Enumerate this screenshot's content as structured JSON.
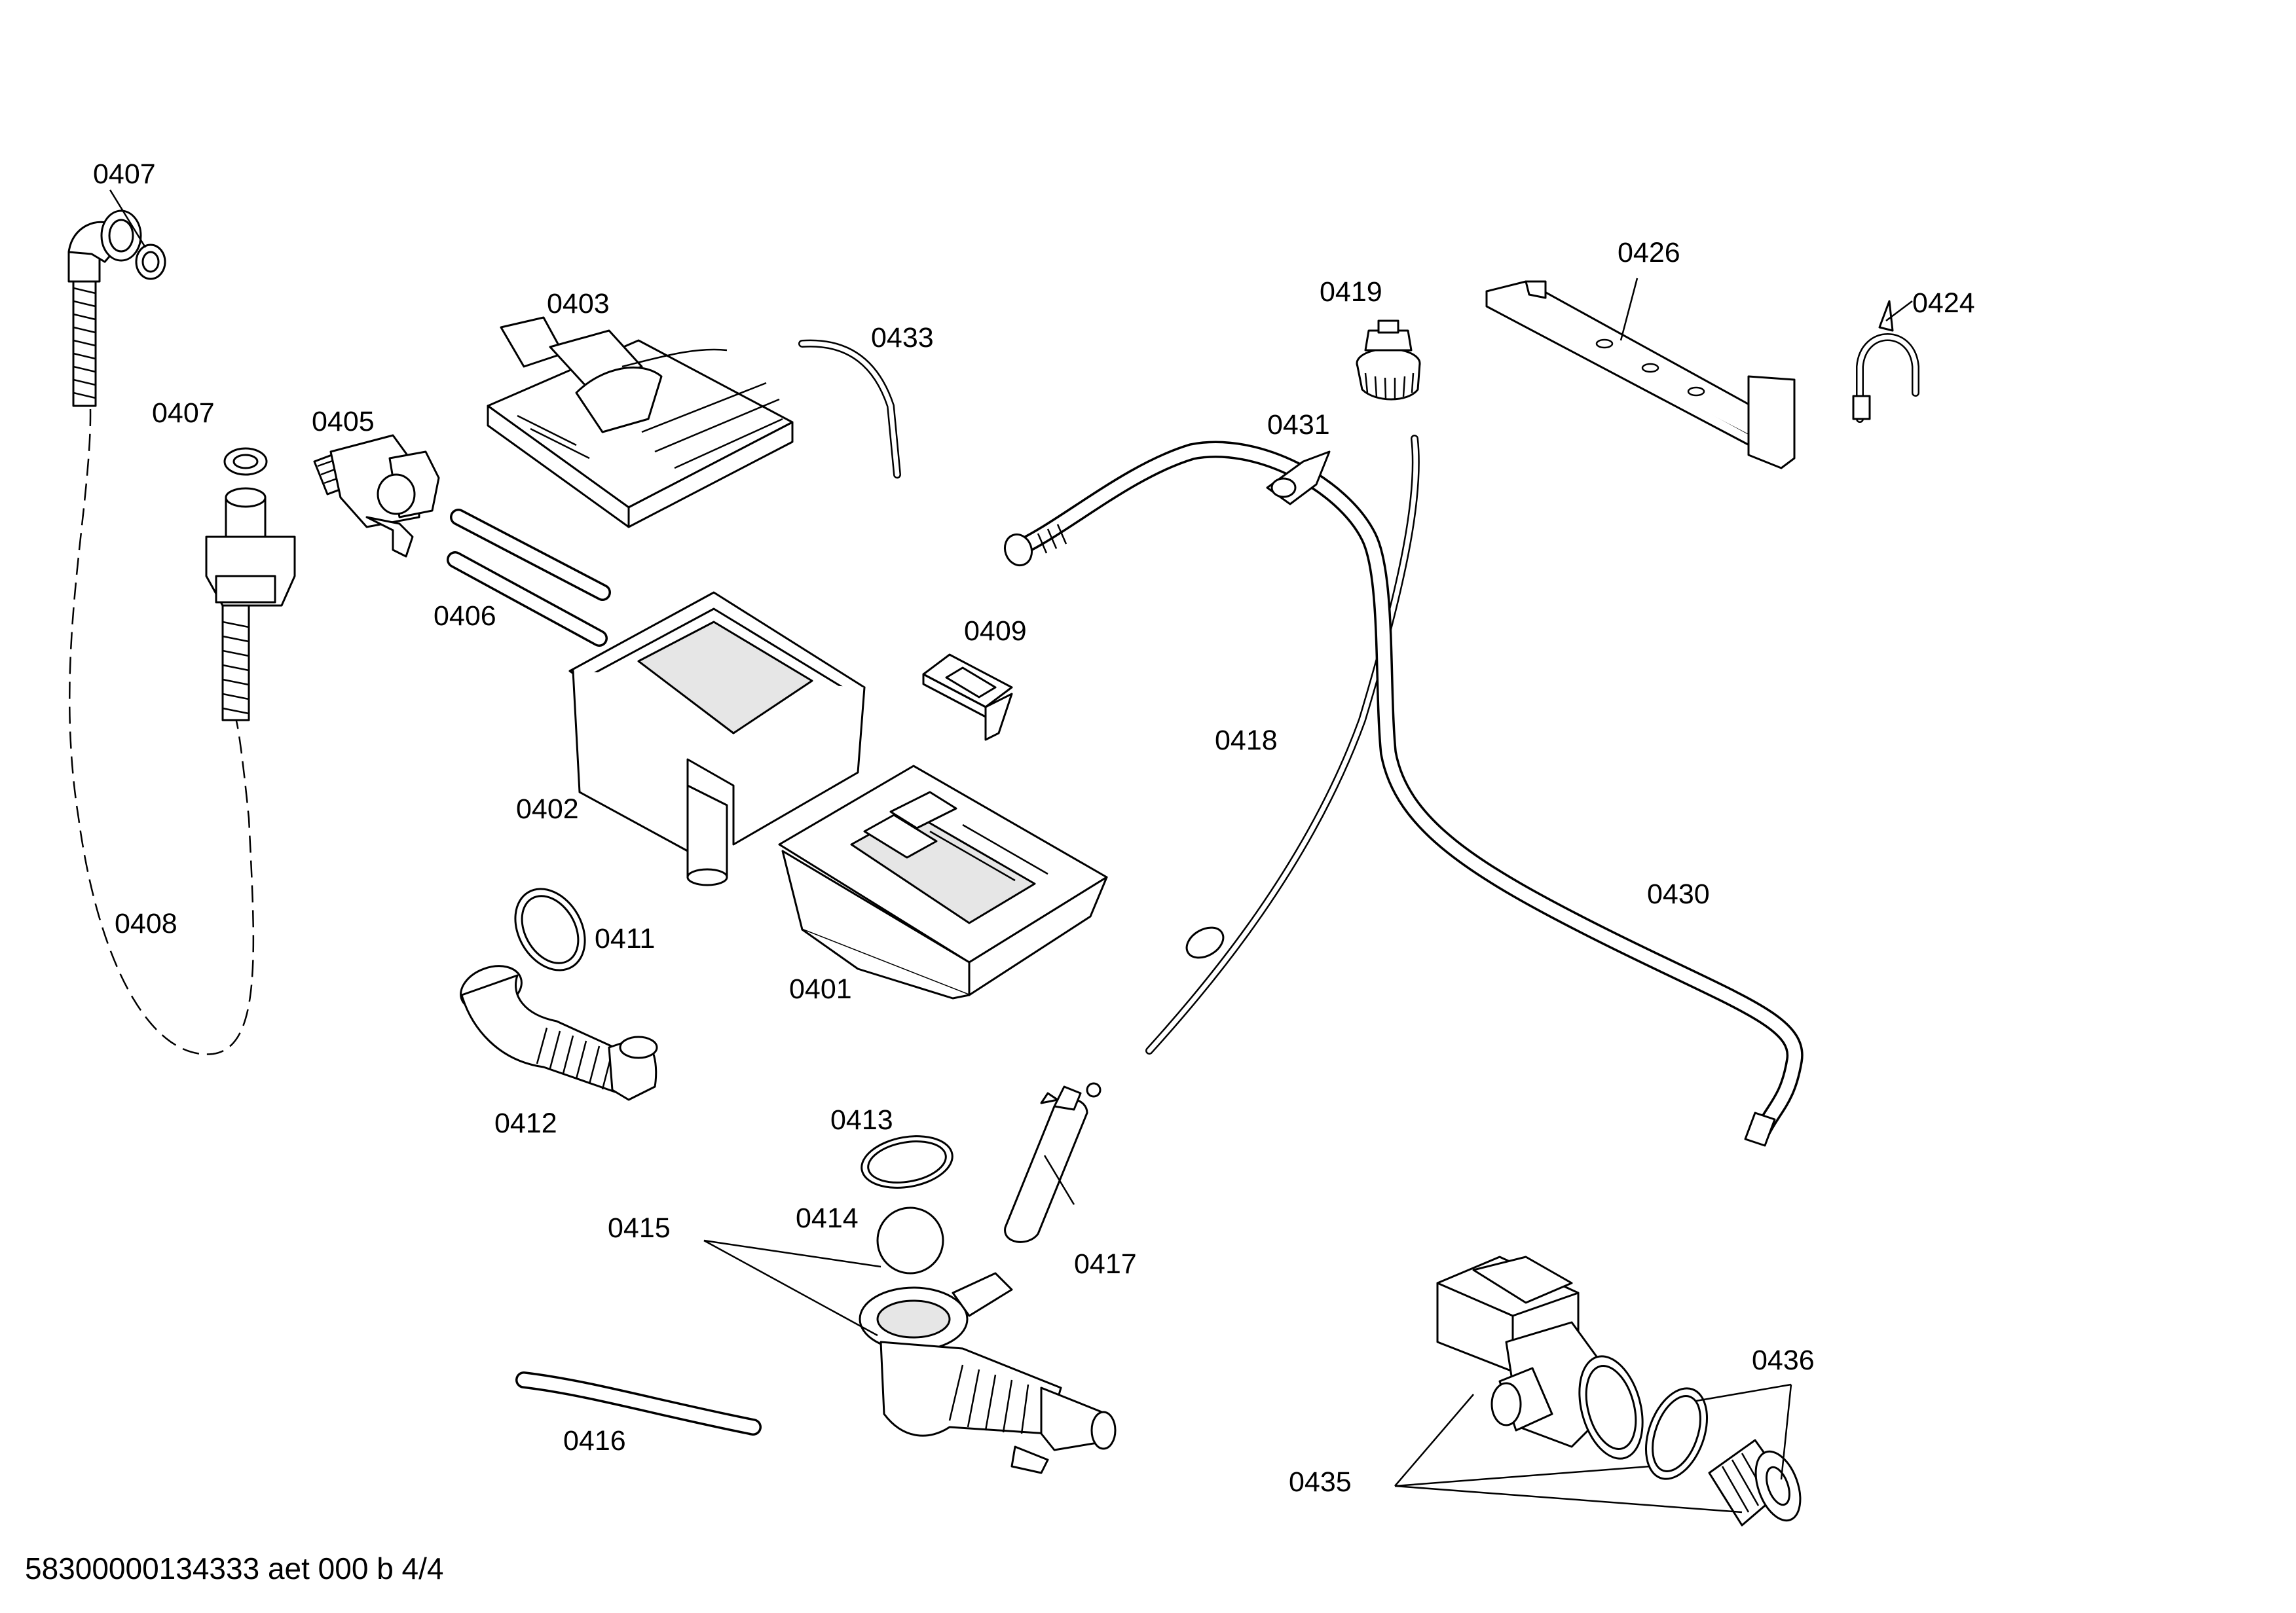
{
  "labels": {
    "p0401": "0401",
    "p0402": "0402",
    "p0403": "0403",
    "p0405": "0405",
    "p0406": "0406",
    "p0407a": "0407",
    "p0407b": "0407",
    "p0408": "0408",
    "p0409": "0409",
    "p0411": "0411",
    "p0412": "0412",
    "p0413": "0413",
    "p0414": "0414",
    "p0415": "0415",
    "p0416": "0416",
    "p0417": "0417",
    "p0418": "0418",
    "p0419": "0419",
    "p0424": "0424",
    "p0426": "0426",
    "p0430": "0430",
    "p0431": "0431",
    "p0433": "0433",
    "p0435": "0435",
    "p0436": "0436"
  },
  "footer": "58300000134333 aet 000 b 4/4"
}
